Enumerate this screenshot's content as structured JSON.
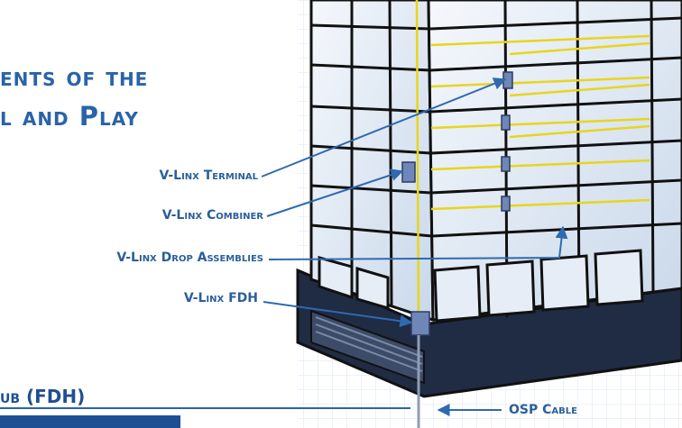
{
  "title": {
    "line1": "ents of the",
    "line2": "l and Play"
  },
  "callouts": [
    {
      "label": "V-Linx Terminal"
    },
    {
      "label": "V-Linx Combiner"
    },
    {
      "label": "V-Linx Drop Assemblies"
    },
    {
      "label": "V-Linx FDH"
    },
    {
      "label": "OSP Cable"
    }
  ],
  "footer": {
    "heading": "ub (FDH)"
  },
  "colors": {
    "accent": "#2a63a8",
    "building_outline": "#1a1a1a",
    "glass": "#dfe8f3",
    "fiber": "#e8d51c",
    "component": "#6f86b8"
  }
}
